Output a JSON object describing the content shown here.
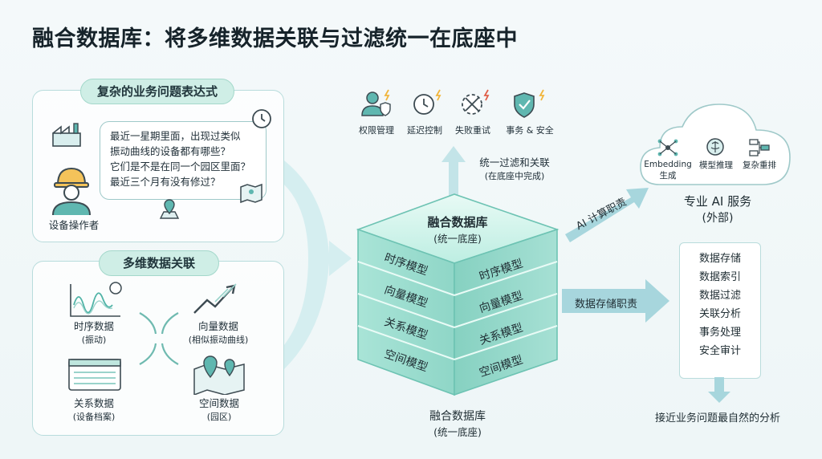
{
  "title": "融合数据库：将多维数据关联与过滤统一在底座中",
  "business_panel": {
    "header": "复杂的业务问题表达式",
    "questions": [
      "最近一星期里面，出现过类似",
      "振动曲线的设备都有哪些？",
      "它们是不是在同一个园区里面？",
      "最近三个月有没有修过？"
    ],
    "operator_label": "设备操作者"
  },
  "multi_panel": {
    "header": "多维数据关联",
    "items": [
      {
        "name": "时序数据",
        "sub": "(振动)"
      },
      {
        "name": "向量数据",
        "sub": "(相似振动曲线)"
      },
      {
        "name": "关系数据",
        "sub": "(设备档案)"
      },
      {
        "name": "空间数据",
        "sub": "(园区)"
      }
    ]
  },
  "capabilities": [
    {
      "label": "权限管理",
      "icon": "user-shield-icon"
    },
    {
      "label": "延迟控制",
      "icon": "clock-icon"
    },
    {
      "label": "失败重试",
      "icon": "retry-icon"
    },
    {
      "label": "事务 & 安全",
      "icon": "shield-check-icon"
    }
  ],
  "filter_label": {
    "line1": "统一过滤和关联",
    "line2": "(在底座中完成)"
  },
  "cube": {
    "top_title": "融合数据库",
    "top_sub": "(统一底座)",
    "left_layers": [
      "时序模型",
      "向量模型",
      "关系模型",
      "空间模型"
    ],
    "right_layers": [
      "时序模型",
      "向量模型",
      "关系模型",
      "空间模型"
    ],
    "bottom_title": "融合数据库",
    "bottom_sub": "(统一底座)"
  },
  "ai_service": {
    "arrow_label": "AI 计算职责",
    "items": [
      {
        "label": "Embedding",
        "label2": "生成",
        "icon": "network-icon"
      },
      {
        "label": "模型推理",
        "label2": "",
        "icon": "brain-icon"
      },
      {
        "label": "复杂重排",
        "label2": "",
        "icon": "flow-icon"
      }
    ],
    "title": "专业 AI 服务",
    "sub": "(外部)"
  },
  "storage": {
    "arrow_label": "数据存储职责",
    "items": [
      "数据存储",
      "数据索引",
      "数据过滤",
      "关联分析",
      "事务处理",
      "安全审计"
    ],
    "footer": "接近业务问题最自然的分析"
  },
  "colors": {
    "teal": "#4fb3a6",
    "light_teal": "#cfeee6",
    "arrow": "#a7d6dd",
    "cube": "#9fe0d2"
  }
}
